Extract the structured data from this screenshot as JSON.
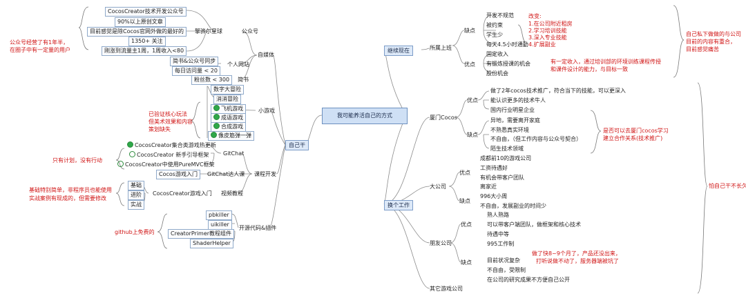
{
  "center": "我可能养活自己的方式",
  "left": {
    "self": "自己干",
    "zimeiti": {
      "label": "自媒体",
      "gzh": {
        "label": "公众号",
        "name": "擎骅尔星球",
        "items": [
          "CocosCreator技术开发公众号",
          "90%以上原创文章",
          "目前感觉是除Cocos官网外做的最好的",
          "1350+ 关注",
          "刚涨到流量主1周，1周收入<80"
        ]
      },
      "gzh_note": [
        "公众号经营了有1年半，",
        "在圈子中有一定量的用户"
      ],
      "site": {
        "label": "个人网站",
        "items": [
          "简书&公众号同步",
          "每日访问量 < 20"
        ]
      },
      "jianshu": {
        "label": "简书",
        "items": [
          "粉丝数 < 300"
        ]
      }
    },
    "games": {
      "label": "小游戏",
      "items": [
        "数字大冒险",
        "消消冒险",
        "飞机游戏",
        "成语游戏",
        "合成游戏",
        "像皮筋弹一弹"
      ],
      "note": [
        "已验证核心玩法",
        "但美术效果和内容",
        "策划缺失"
      ]
    },
    "course": {
      "label": "课程开发",
      "gitchat": {
        "label": "GitChat",
        "items": [
          "CocosCreator集合类游戏热更新",
          "CocosCreator 新手引导框架",
          "CocosCreator中使用PureMVC框架"
        ]
      },
      "gitchat_note": "只有计划，没有行动",
      "gitchat_talent": {
        "label": "GitChat达人课",
        "items": [
          "Cocos游戏入门"
        ]
      },
      "video": {
        "label": "视频教程",
        "name": "CocosCreator游戏入门",
        "items": [
          "基础",
          "进阶",
          "实战"
        ]
      },
      "video_note": [
        "基础特别简单，非程序员也能使用",
        "实战案例有现成的，但需要修改"
      ]
    },
    "opensource": {
      "label": "开源代码&插件",
      "items": [
        "pbkiller",
        "uikiller",
        "CreatorPrimer教程组件",
        "ShaderHelper"
      ],
      "note": "github上免费的"
    }
  },
  "right": {
    "keep": {
      "label": "继续现在",
      "sub": "所属上班",
      "cons_label": "缺点",
      "cons": [
        "开发不规范",
        "被约束",
        "学生少",
        "每天4.5小时通勤"
      ],
      "improve": [
        "改变:",
        "1.在公司附近租房",
        "2.学习培训技能",
        "3.深入专业技能",
        "4.扩展副业"
      ],
      "pros_label": "优点",
      "pros": [
        "固定收入",
        "有锻炼授课的机会",
        "股份机会"
      ],
      "pros_note": [
        "有一定收入，通过培训部的环境训练课程传授",
        "和课件设计的能力，与目标一致"
      ],
      "side_note": [
        "自己私下做做的与公司",
        "目前的内容有重合，",
        "目前感觉痛苦"
      ]
    },
    "change": {
      "label": "换个工作",
      "side_note": "怕自己干不长久",
      "lanmen": {
        "label": "厦门Cocos",
        "pros_label": "优点",
        "pros": [
          "做了2年cocos技术推广，符合当下的技能，可以更深入",
          "能认识更多的技术牛人",
          "国内行业明星企业"
        ],
        "cons_label": "缺点",
        "cons": [
          "异地，需要离开家庭",
          "不熟悉真实环境",
          "不自由，（但工作内容与公众号契合）",
          "陌生技术领域"
        ],
        "note": [
          "是否可以去厦门cocos学习",
          "建立合作关系(技术推广)"
        ]
      },
      "big": {
        "label": "大公司",
        "pros_label": "优点",
        "pros": [
          "成都前10的游戏公司",
          "工资待遇好",
          "有机会带客户团队",
          "离家近"
        ],
        "cons_label": "缺点",
        "cons": [
          "996大小周",
          "不自由，发展副业的时间少"
        ]
      },
      "friend": {
        "label": "朋友公司",
        "pros_label": "优点",
        "pros": [
          "熟人熟路",
          "可以带客户端团队，做框架和核心技术",
          "待遇中等",
          "995工作制"
        ],
        "cons_label": "缺点",
        "cons": [
          "目前状况复杂",
          "不自由，受限制",
          "在公司的研究成果不方便自己公开"
        ],
        "cons_note": [
          "做了快8~9个月了，产品还没出来，",
          "打听说做不动了，服务器端被坑了"
        ]
      },
      "other": {
        "label": "其它游戏公司"
      }
    }
  }
}
